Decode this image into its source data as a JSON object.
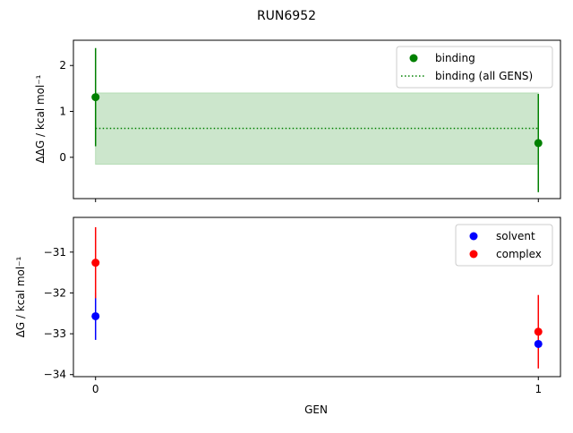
{
  "figure": {
    "title": "RUN6952"
  },
  "chart_data": [
    {
      "type": "scatter",
      "panel": "top",
      "ylabel": "ΔΔG / kcal mol⁻¹",
      "xlabel": "",
      "xlim": [
        -0.05,
        1.05
      ],
      "ylim": [
        -0.9,
        2.55
      ],
      "xticks": [
        0,
        1
      ],
      "yticks": [
        0,
        1,
        2
      ],
      "ytick_labels": [
        "0",
        "1",
        "2"
      ],
      "grid": false,
      "legend_position": "top-right",
      "series": [
        {
          "name": "binding",
          "color": "#008000",
          "x": [
            0,
            1
          ],
          "y": [
            1.31,
            0.31
          ],
          "yerr": [
            1.07,
            1.07
          ]
        }
      ],
      "reference": {
        "name": "binding (all GENS)",
        "color": "#008000",
        "style": "dotted",
        "value": 0.63,
        "band": [
          -0.15,
          1.4
        ],
        "band_color": "#cce6cc"
      }
    },
    {
      "type": "scatter",
      "panel": "bottom",
      "ylabel": "ΔG / kcal mol⁻¹",
      "xlabel": "GEN",
      "xlim": [
        -0.05,
        1.05
      ],
      "ylim": [
        -34.05,
        -30.15
      ],
      "xticks": [
        0,
        1
      ],
      "xtick_labels": [
        "0",
        "1"
      ],
      "yticks": [
        -34,
        -33,
        -32,
        -31
      ],
      "ytick_labels": [
        "−34",
        "−33",
        "−32",
        "−31"
      ],
      "grid": false,
      "legend_position": "top-right",
      "series": [
        {
          "name": "solvent",
          "color": "#0000ff",
          "x": [
            0,
            1
          ],
          "y": [
            -32.57,
            -33.25
          ],
          "yerr": [
            0.58,
            0.0
          ]
        },
        {
          "name": "complex",
          "color": "#ff0000",
          "x": [
            0,
            1
          ],
          "y": [
            -31.26,
            -32.95
          ],
          "yerr": [
            0.87,
            0.9
          ]
        }
      ]
    }
  ]
}
